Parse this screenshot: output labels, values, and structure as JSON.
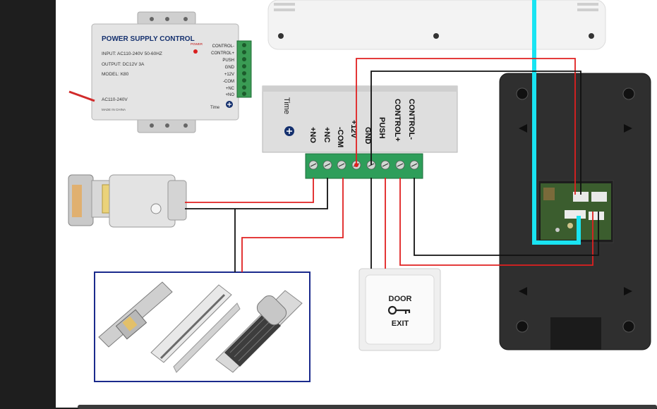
{
  "psu": {
    "title": "POWER SUPPLY CONTROL",
    "input": "INPUT: AC110-240V  50-60HZ",
    "output": "OUTPUT: DC12V  3A",
    "model": "MODEL: K80",
    "ac": "AC110-240V",
    "made": "MADE IN CHINA",
    "power": "POWER",
    "time": "Time",
    "terminals": [
      "CONTROL-",
      "CONTROL+",
      "PUSH",
      "GND",
      "+12V",
      "-COM",
      "+NC",
      "+NO"
    ]
  },
  "big_psu": {
    "time": "Time",
    "terminals": [
      "+NO",
      "+NC",
      "-COM",
      "+12V",
      "GND",
      "PUSH",
      "CONTROL+",
      "CONTROL-"
    ]
  },
  "exit_button": {
    "line1": "DOOR",
    "line2": "EXIT"
  },
  "colors": {
    "red_wire": "#e02020",
    "black_wire": "#111111",
    "cyan_wire": "#19e4f2",
    "terminal_green": "#2e9e5a",
    "box_border": "#1a2a8c"
  }
}
